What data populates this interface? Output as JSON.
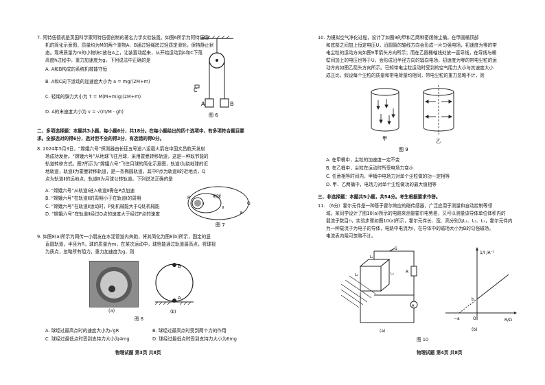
{
  "left": {
    "q7": {
      "lines": [
        "7. 阿特伍德机是英国科学家阿特伍德创制的著名力学实验装置。如图6所示为阿特伍德",
        "机的简化示意图，质量均为M的两个重物A、B通过轻绳跨过轻质定滑轮，保持静止状",
        "态。现将质量为m的小物块C放在A上，让装置动起来，从开始运动到A和C下落",
        "高度h过程中，重力加速度为g，下列说法中正确的是"
      ],
      "options": [
        "A. A和B构成的系统机械能守恒",
        "B. A和C向下运动的加速度大小为 a = mg/(2M+m)",
        "C. 轻绳的弹力大小为 T = M(M+m)g/(2M+m)",
        "D. A的末速度大小为 v = √(m/M · gh)"
      ],
      "figure_label": "图 6",
      "fig_labels": [
        "C",
        "A",
        "B"
      ]
    },
    "section2": "二、多项选择题：本题共3小题，每小题6分，共18分。在每小题给出的四个选项中，有多项符合题目要求。全部选对的得6分，选对但不全的得3分，有选错的得0分。",
    "q8": {
      "lines": [
        "8. 2024年5月3日，“嫦娥六号”探测器由长征五号遥八运载火箭在中国文昌航天发射",
        "场成功发射。“嫦娥六号”从地球飞往月球，采用霍曼转移轨道，这是一种既节能的",
        "轨道转移方式。图7所示为“嫦娥六号”飞往月球的简化示意图，轨道Ⅰ为绕地球的近",
        "地轨道，轨道Ⅱ为霍曼转移轨道，是一条椭圆轨道，其中P点为轨道Ⅱ的近地点，Q",
        "点为轨道Ⅱ的远地点，轨道Ⅲ为月球公转轨道。下列说法正确的是"
      ],
      "options": [
        "A. “嫦娥六号”从轨道Ⅰ进入轨道Ⅱ需在P点加速",
        "B. “嫦娥六号”在轨道Ⅱ的周期小于在轨道Ⅰ的周期",
        "C. “嫦娥六号”在轨道Ⅱ运动时，P处机械能大于Q处机械能",
        "D. “嫦娥六号”在轨道Ⅱ经过Q点的速度大于经过P点的速度"
      ],
      "figure_label": "图 7",
      "fig_labels": [
        "地球",
        "P",
        "Q",
        "Ⅰ",
        "Ⅱ",
        "Ⅲ"
      ]
    },
    "q9": {
      "lines": [
        "9. 如图8(a)所示为网传一小朋友在水泥管道内奔跑，将其简化为图8(b)所示，固定的竖",
        "直圆轨道，半径为R，球的质量为m，在某次运动中，球恰能通过轨道最高点，将球视",
        "为质点，忽略所有阻力，重力加速度为g，则"
      ],
      "caption_a": "(a)",
      "caption_b": "(b)",
      "figure_label": "图 8",
      "fig_labels": [
        "B",
        "A"
      ],
      "options": [
        "A. 球经过最高点时的速度大小为√gR",
        "B. 球经过最高点时受到两个力的作用",
        "C. 球经过最低点时受到支持力大小为4mg",
        "D. 球经过最低点时受到支持力大小为6mg"
      ]
    },
    "footer": "物理试题  第3页  共8页"
  },
  "right": {
    "q10": {
      "lines": [
        "10. 为模拟空气净化过程，设计了如图9的甲和乙两种密闭除尘桶。在甲圆桶顶部",
        "和底部之间加上恒定电压U，沿圆筒的轴线方向会形成一片匀强电场，初速度为零的带",
        "电尘粒的运动方向如图9甲箭头方向所示；而在乙圆桶轴线处放一直导线，在导线与桶",
        "壁间加上的电压也等于U，会形成沿半径方向的辐向电场，初速度为零的带电尘粒的运",
        "动方向如图乙箭头方向所示。已知带电尘粒运动时受到的空气阻力大小与其速度大小",
        "成正比，假设每个尘粒的质量和带电荷量均相同，带电尘粒的重力忽略不计，则"
      ],
      "figure_label": "图 9",
      "fig_labels": [
        "甲",
        "乙"
      ],
      "options": [
        "A. 在甲桶中，尘粒的加速度一定不变",
        "B. 在乙桶中，尘粒在运动时所受电场力变小",
        "C. 任意相等时间内，甲桶中电场力对单个尘粒做的功一定相等",
        "D. 甲、乙两桶中，电场力对单个尘粒做功的最大值相等"
      ]
    },
    "section3": "三、非选择题：本题共5小题，共54分。考生根据要求作答。",
    "q11": {
      "lines": [
        "11. （6分）霍尔元件是一种基于霍尔效应的磁传感器，广泛应用于测量和自动控制等领",
        "域。某同学设计了图10(a)所示的电路来测量霍尔电势差，又可以测量该导体单位体积内的",
        "载流子数目n，实验步骤如图10(a)所示，霍尔元件长、宽、高分别为L₁、L₂、L₃，霍尔元件内",
        "为一种载流子为电子的导体，电路中电流为I，在导体中的磁场大小为B的匀强磁场，",
        "电流表内阻可忽略不计。"
      ],
      "caption_a": "(a)",
      "caption_b": "(b)",
      "figure_label": "图 10",
      "circuit_labels": [
        "S",
        "R",
        "A",
        "L₁",
        "L₂",
        "L₃"
      ],
      "graph": {
        "ylabel": "1/I /A⁻¹",
        "xlabel": "R/Ω",
        "origin": "O",
        "intercept_x": "−a",
        "intercept_y": "b"
      }
    },
    "footer": "物理试题  第4页  共8页"
  }
}
